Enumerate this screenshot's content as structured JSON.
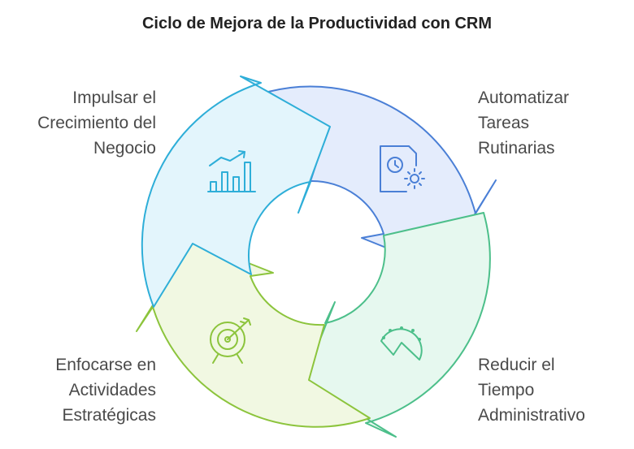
{
  "title": "Ciclo de Mejora de la Productividad con CRM",
  "steps": [
    {
      "id": "automatizar",
      "lines": [
        "Automatizar",
        "Tareas",
        "Rutinarias"
      ],
      "icon": "document-clock-gear-icon",
      "color": "#4a7fd6",
      "fill": "#e4ecfc"
    },
    {
      "id": "reducir",
      "lines": [
        "Reducir el",
        "Tiempo",
        "Administrativo"
      ],
      "icon": "timer-icon",
      "color": "#4cbf8a",
      "fill": "#e6f8ef"
    },
    {
      "id": "enfocarse",
      "lines": [
        "Enfocarse en",
        "Actividades",
        "Estratégicas"
      ],
      "icon": "target-arrow-icon",
      "color": "#8cc43c",
      "fill": "#f1f8e2"
    },
    {
      "id": "impulsar",
      "lines": [
        "Impulsar el",
        "Crecimiento del",
        "Negocio"
      ],
      "icon": "growth-chart-icon",
      "color": "#2eaed8",
      "fill": "#e3f5fc"
    }
  ]
}
